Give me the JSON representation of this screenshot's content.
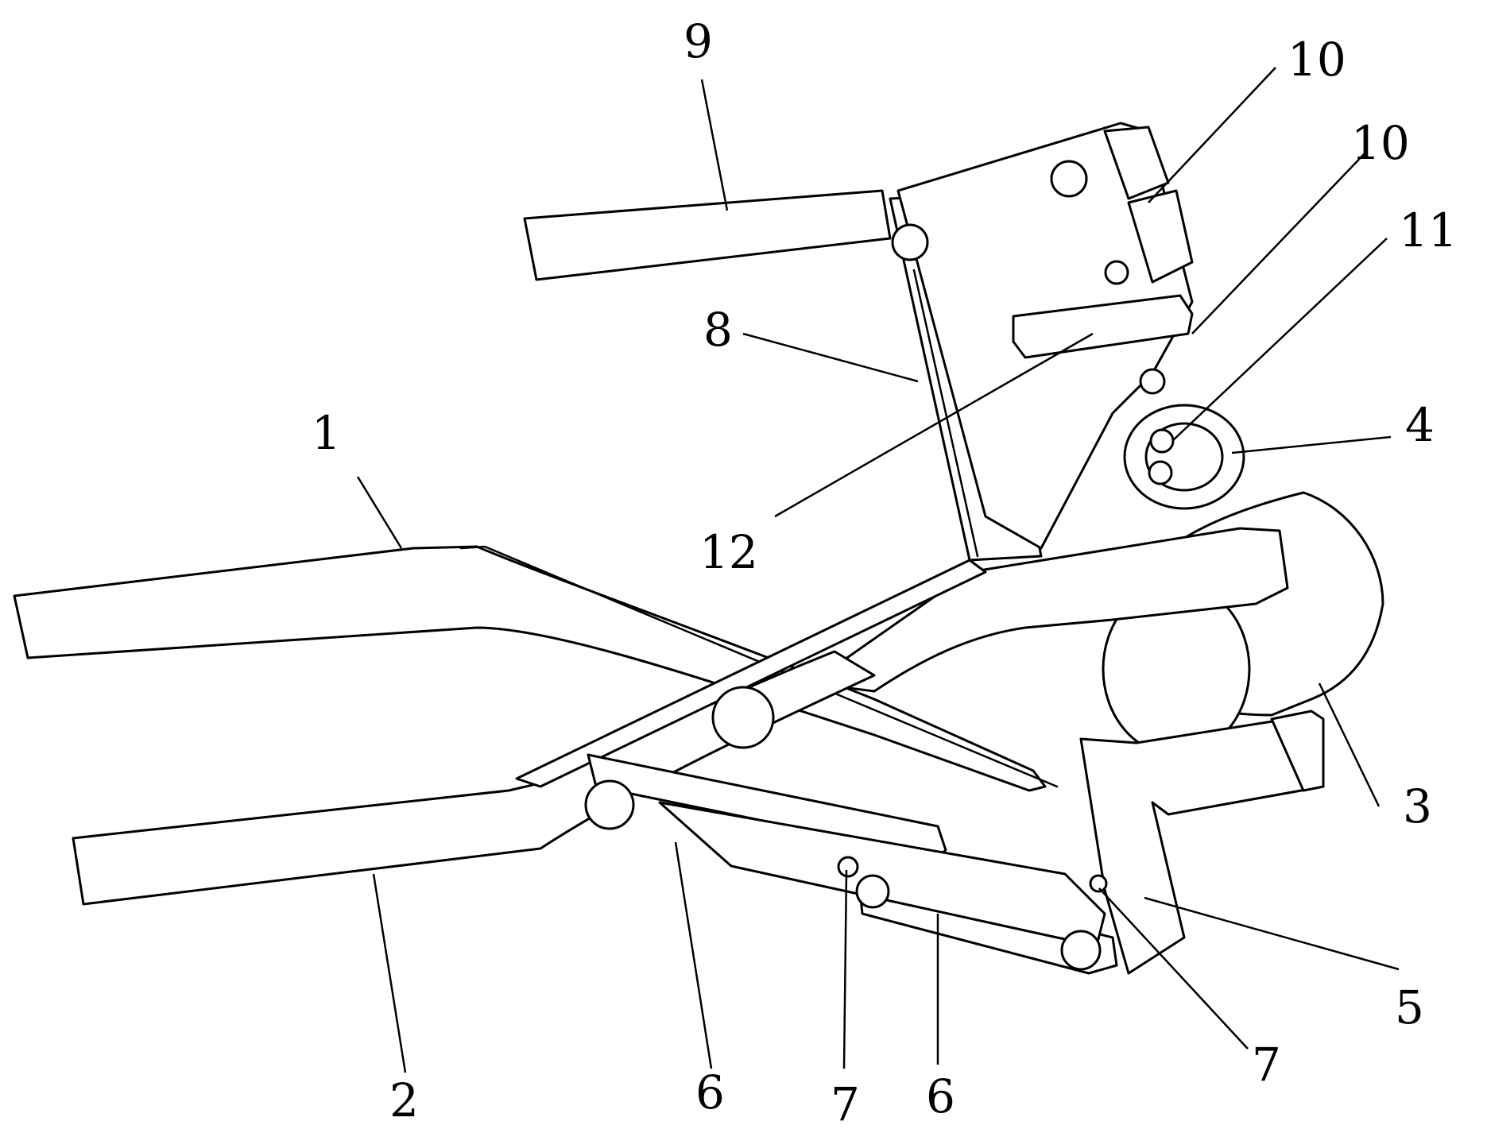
{
  "callouts": [
    {
      "id": "c9",
      "text": "9"
    },
    {
      "id": "c10a",
      "text": "10"
    },
    {
      "id": "c10b",
      "text": "10"
    },
    {
      "id": "c11",
      "text": "11"
    },
    {
      "id": "c8",
      "text": "8"
    },
    {
      "id": "c4",
      "text": "4"
    },
    {
      "id": "c1",
      "text": "1"
    },
    {
      "id": "c12",
      "text": "12"
    },
    {
      "id": "c3",
      "text": "3"
    },
    {
      "id": "c5",
      "text": "5"
    },
    {
      "id": "c7r",
      "text": "7"
    },
    {
      "id": "c2",
      "text": "2"
    },
    {
      "id": "c6a",
      "text": "6"
    },
    {
      "id": "c7m",
      "text": "7"
    },
    {
      "id": "c6b",
      "text": "6"
    }
  ]
}
